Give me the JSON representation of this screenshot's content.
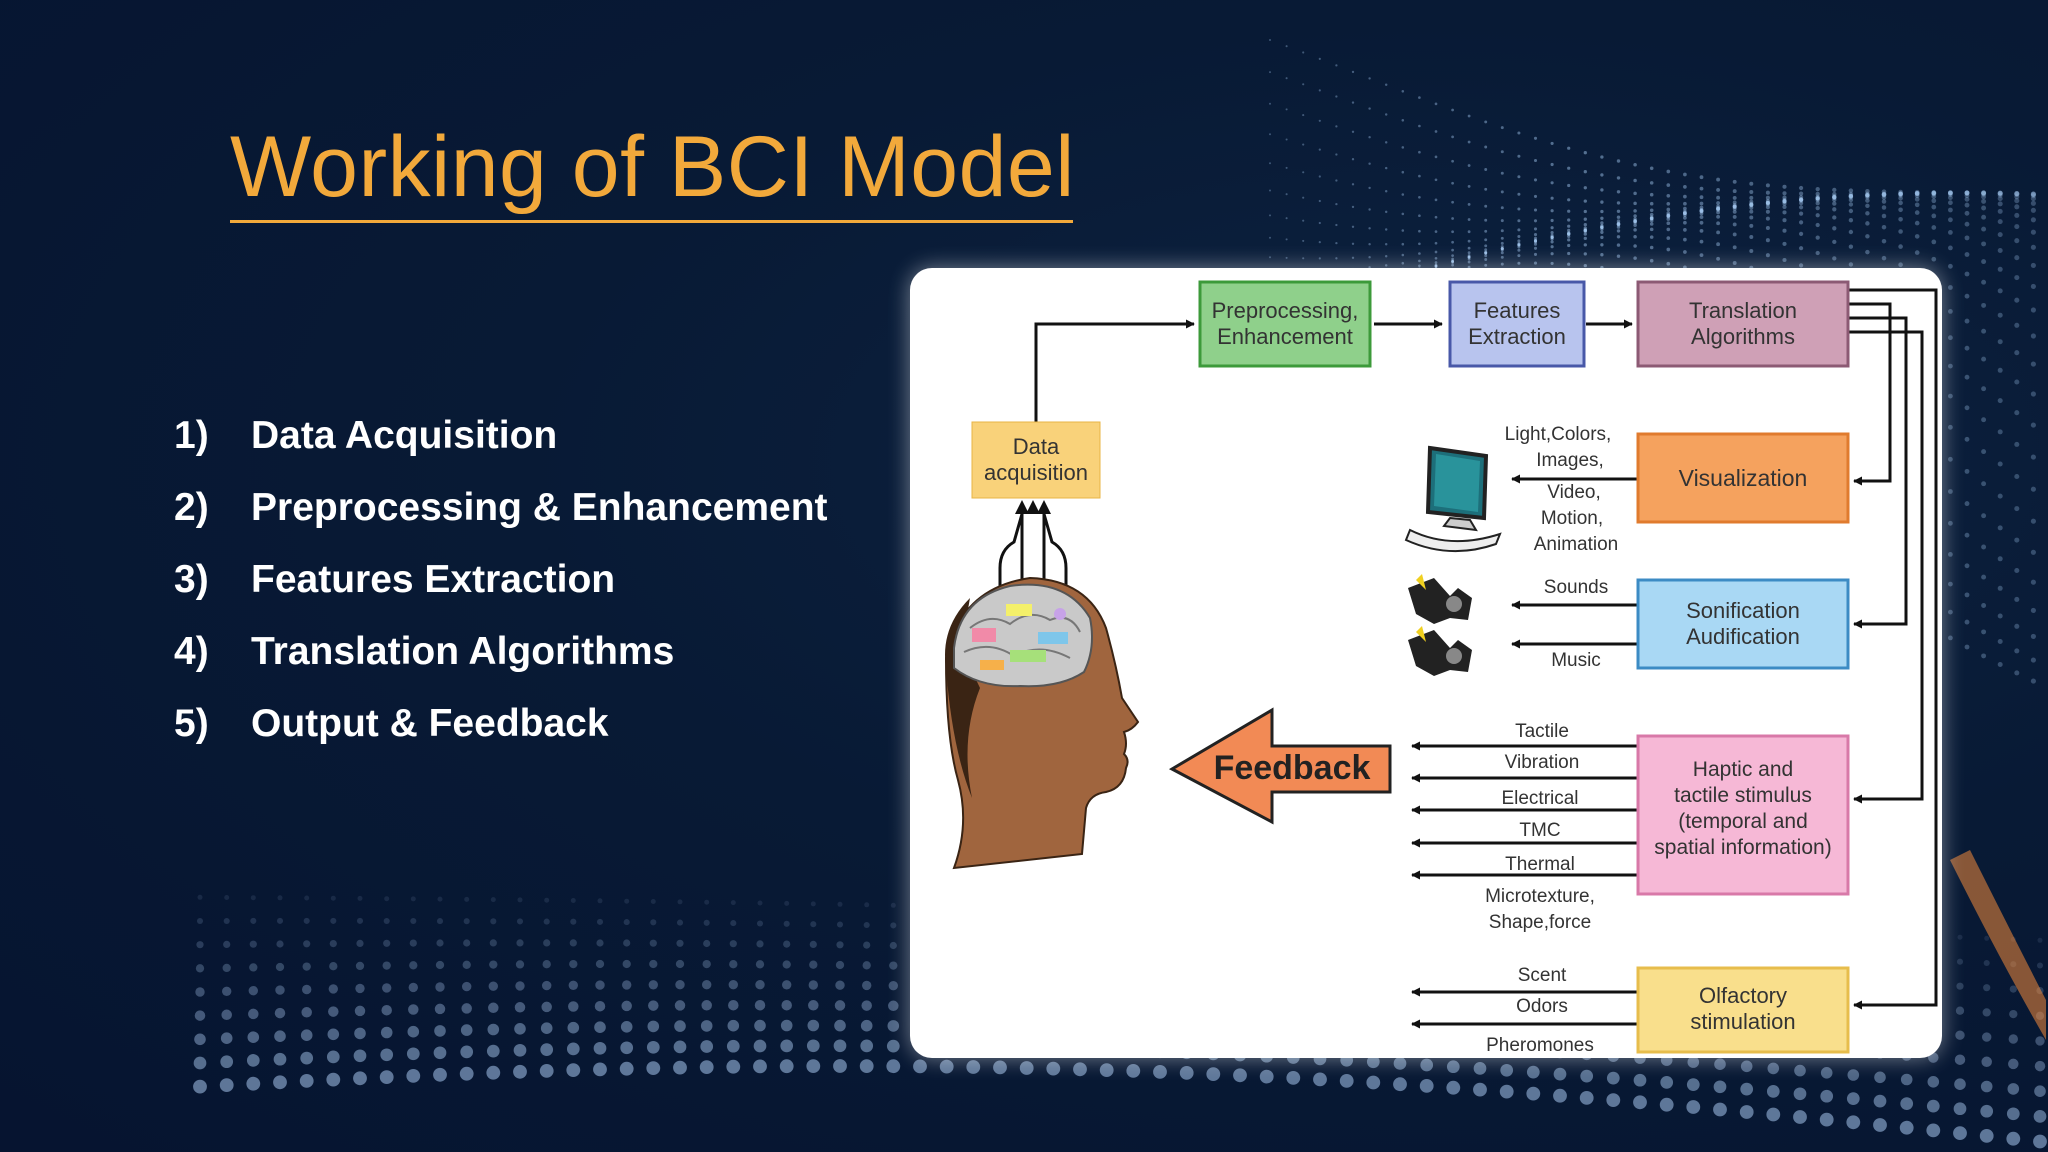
{
  "slide": {
    "title": "Working of BCI Model",
    "steps": [
      {
        "num": "1)",
        "label": "Data Acquisition"
      },
      {
        "num": "2)",
        "label": "Preprocessing & Enhancement"
      },
      {
        "num": "3)",
        "label": "Features Extraction"
      },
      {
        "num": "4)",
        "label": "Translation Algorithms"
      },
      {
        "num": "5)",
        "label": "Output & Feedback"
      }
    ]
  },
  "diagram": {
    "boxes": {
      "preprocessing": [
        "Preprocessing,",
        "Enhancement"
      ],
      "features": [
        "Features",
        "Extraction"
      ],
      "translation": [
        "Translation",
        "Algorithms"
      ],
      "data_acq": [
        "Data",
        "acquisition"
      ],
      "visualization": [
        "Visualization"
      ],
      "sonification": [
        "Sonification",
        "Audification"
      ],
      "haptic": [
        "Haptic and",
        "tactile stimulus",
        "(temporal and",
        "spatial information)"
      ],
      "olfactory": [
        "Olfactory",
        "stimulation"
      ]
    },
    "feedback_label": "Feedback",
    "visual_outputs": [
      "Light,Colors,",
      "Images,",
      "Video,",
      "Motion,",
      "Animation"
    ],
    "sound_outputs": [
      "Sounds",
      "Music"
    ],
    "haptic_outputs": [
      "Tactile",
      "Vibration",
      "Electrical",
      "TMC",
      "Thermal",
      "Microtexture,",
      "Shape,force"
    ],
    "olfactory_outputs": [
      "Scent",
      "Odors",
      "Pheromones"
    ],
    "colors": {
      "slide_bg": "#081a35",
      "title": "#f2a93b",
      "preprocessing": "#8fd08b",
      "features": "#b8c4ee",
      "translation": "#cfa0b6",
      "data_acq": "#f9d27a",
      "visualization": "#f5a25e",
      "sonification": "#a9d8f4",
      "haptic": "#f6b8d6",
      "olfactory": "#f9df8c",
      "feedback_arrow": "#f28a55"
    }
  }
}
